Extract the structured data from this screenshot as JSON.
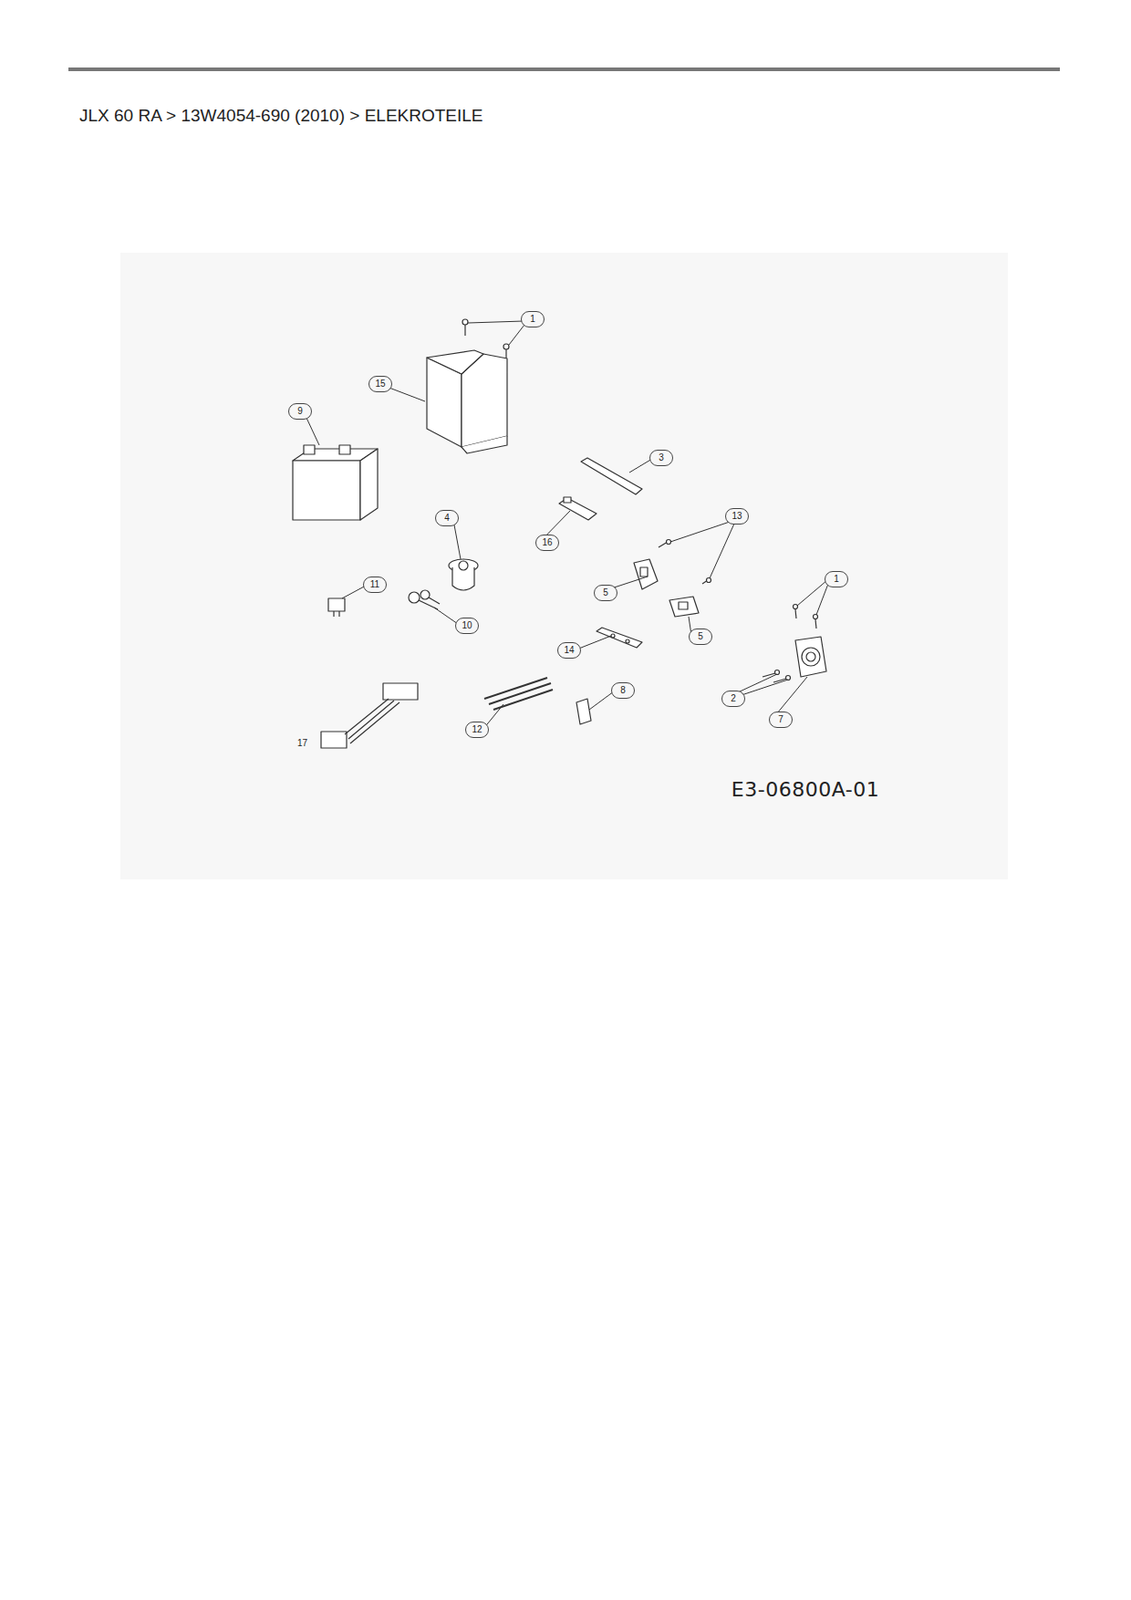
{
  "diagram": {
    "title": "JLX 60 RA  >  13W4054-690 (2010)  >  ELEKROTEILE",
    "labels": [
      "1",
      "15",
      "9",
      "3",
      "4",
      "16",
      "13",
      "11",
      "10",
      "5",
      "5",
      "1",
      "14",
      "8",
      "2",
      "7",
      "12",
      "17",
      "E3-06800A-01"
    ]
  }
}
